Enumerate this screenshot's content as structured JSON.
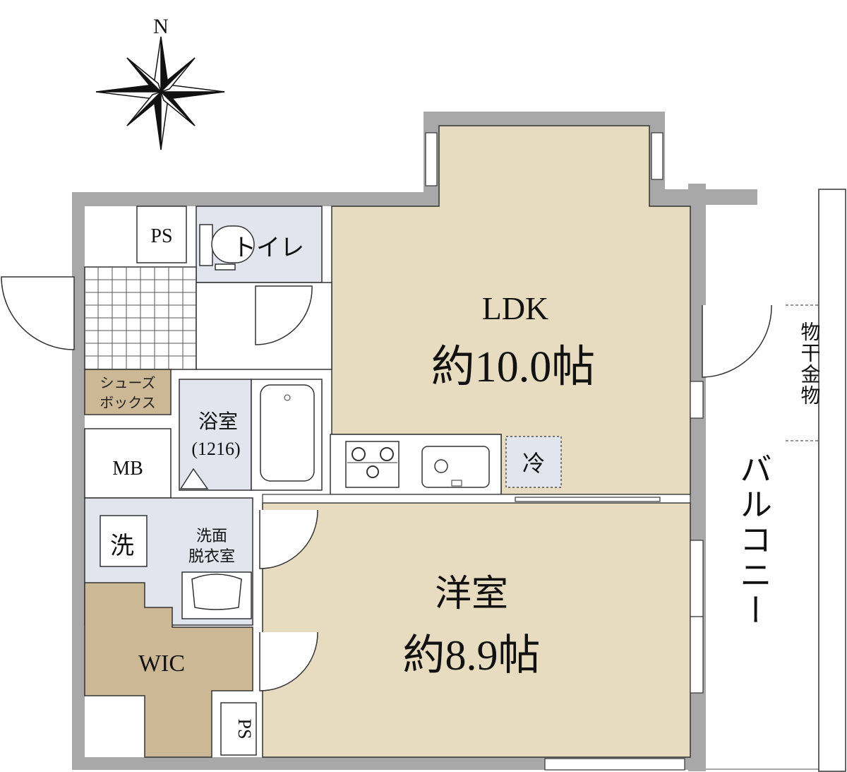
{
  "compass": {
    "north_label": "N",
    "icon": "compass-rose-icon"
  },
  "colors": {
    "wall": "#a8a8a8",
    "main_room": "#e8dcc0",
    "wet_room": "#e2e5ee",
    "storage_brown": "#cdb896",
    "line": "#333333"
  },
  "rooms": {
    "ldk": {
      "name": "LDK",
      "size": "約10.0帖"
    },
    "western": {
      "name": "洋室",
      "size": "約8.9帖"
    },
    "bath": {
      "name": "浴室",
      "size": "(1216)"
    },
    "toilet": {
      "name": "トイレ"
    },
    "washroom": {
      "line1": "洗面",
      "line2": "脱衣室"
    },
    "wic": {
      "name": "WIC"
    },
    "shoe_box": {
      "line1": "シューズ",
      "line2": "ボックス"
    },
    "mb": {
      "name": "MB"
    },
    "ps_top": {
      "name": "PS"
    },
    "ps_bottom": {
      "name": "PS"
    },
    "balcony": {
      "name": "バルコニー"
    },
    "drying_rack": {
      "name": "物干金物"
    },
    "fridge": {
      "name": "冷"
    },
    "washer": {
      "name": "洗"
    }
  }
}
